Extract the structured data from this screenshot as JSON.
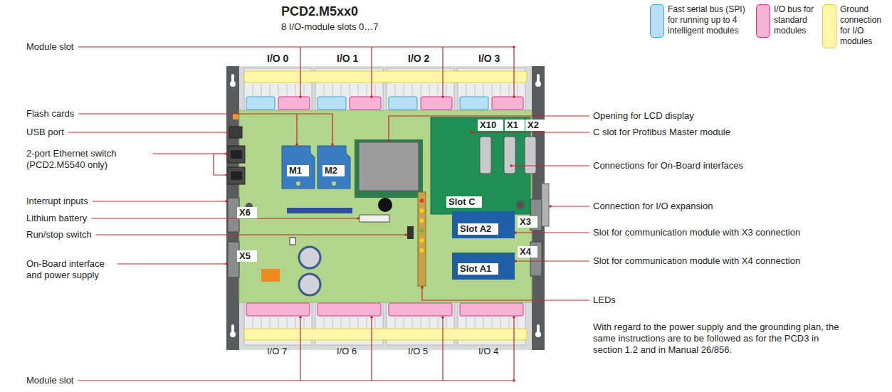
{
  "diagram": {
    "title": "PCD2.M5xx0",
    "nodes": [
      {
        "text": [
          "X10"
        ]
      },
      {
        "text": [
          "X1"
        ]
      },
      {
        "text": [
          "X2"
        ]
      },
      {
        "text": [
          "X6"
        ]
      },
      {
        "text": [
          "M1"
        ]
      },
      {
        "text": [
          "M2"
        ]
      },
      {
        "text": [
          "Slot C"
        ]
      },
      {
        "text": [
          "X3"
        ]
      },
      {
        "text": [
          "Slot A2"
        ]
      },
      {
        "text": [
          "X5"
        ]
      },
      {
        "text": [
          "X4"
        ]
      },
      {
        "text": [
          "Slot A1"
        ]
      }
    ],
    "labels": [
      "8 I/O-module slots 0…7",
      "Module slot",
      "I/O 0",
      "I/O 1",
      "I/O 2",
      "I/O 3",
      "Flash cards",
      "USB port",
      "2-port Ethernet switch (PCD2.M5540 only)",
      "Interrupt inputs",
      "Lithium battery",
      "Run/stop switch",
      "On-Board interface and power supply",
      "Opening for LCD display",
      "C slot for Profibus Master module",
      "Connections for On-Board interfaces",
      "Connection for I/O expansion",
      "Slot for communication module with X3 connection",
      "Slot for communication module with X4 connection",
      "LEDs",
      "I/O 7",
      "I/O 6",
      "I/O 5",
      "I/O 4",
      "Module slot",
      "With regard to the power supply and the grounding plan, the same instructions are to be followed as for the PCD3 in section 1.2 and in Manual 26/856."
    ],
    "legend": [
      {
        "text": "Fast serial bus (SPI) for running up to 4 intelligent modules",
        "color": "#b8e0f5"
      },
      {
        "text": "I/O bus for standard modules",
        "color": "#f6b3d3"
      },
      {
        "text": "Ground connection for I/O modules",
        "color": "#fff7a8"
      }
    ]
  }
}
